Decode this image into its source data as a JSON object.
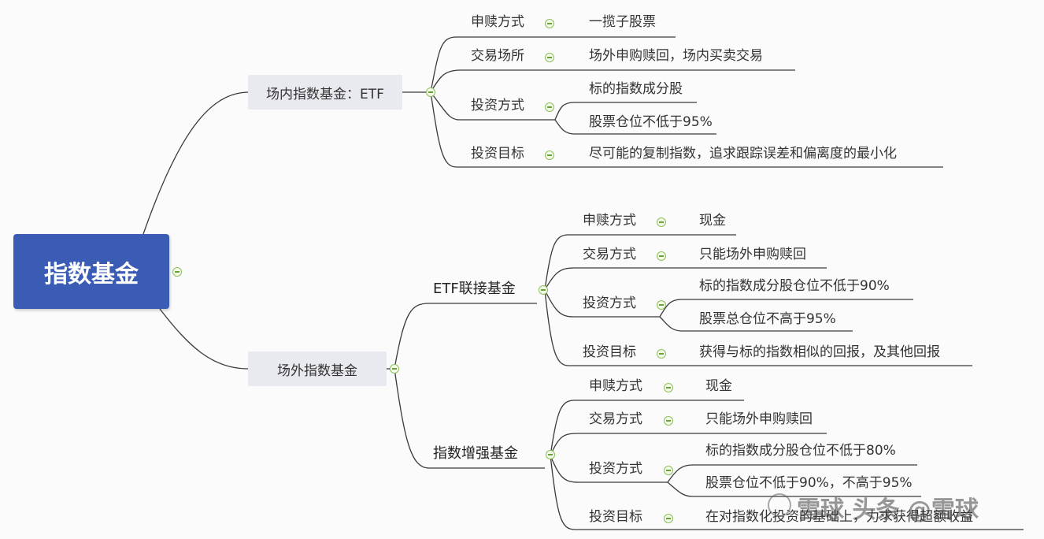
{
  "root": "指数基金",
  "etf": {
    "title": "场内指数基金：ETF",
    "items": [
      {
        "label": "申赎方式",
        "value": "一揽子股票"
      },
      {
        "label": "交易场所",
        "value": "场外申购赎回，场内买卖交易"
      },
      {
        "label": "投资方式",
        "values": [
          "标的指数成分股",
          "股票仓位不低于95%"
        ]
      },
      {
        "label": "投资目标",
        "value": "尽可能的复制指数，追求跟踪误差和偏离度的最小化"
      }
    ]
  },
  "offsite": {
    "title": "场外指数基金",
    "link": {
      "title": "ETF联接基金",
      "items": [
        {
          "label": "申赎方式",
          "value": "现金"
        },
        {
          "label": "交易方式",
          "value": "只能场外申购赎回"
        },
        {
          "label": "投资方式",
          "values": [
            "标的指数成分股仓位不低于90%",
            "股票总仓位不高于95%"
          ]
        },
        {
          "label": "投资目标",
          "value": "获得与标的指数相似的回报，及其他回报"
        }
      ]
    },
    "enhanced": {
      "title": "指数增强基金",
      "items": [
        {
          "label": "申赎方式",
          "value": "现金"
        },
        {
          "label": "交易方式",
          "value": "只能场外申购赎回"
        },
        {
          "label": "投资方式",
          "values": [
            "标的指数成分股仓位不低于80%",
            "股票仓位不低于90%，不高于95%"
          ]
        },
        {
          "label": "投资目标",
          "value": "在对指数化投资的基础上，力求获得超额收益"
        }
      ]
    }
  },
  "watermark": "雪球 头条 @雪球"
}
